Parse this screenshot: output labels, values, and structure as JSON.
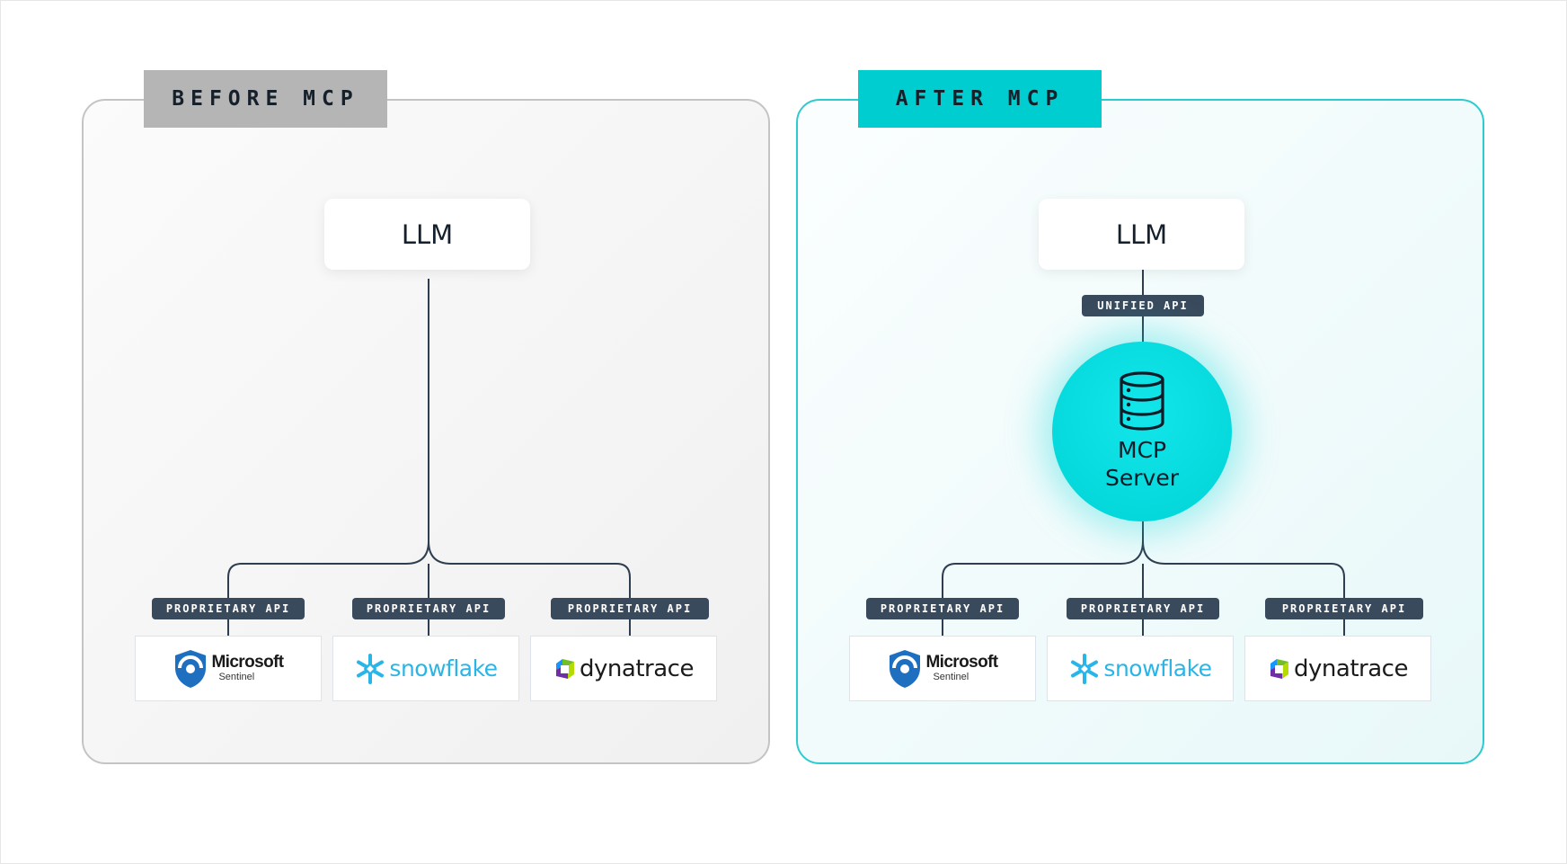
{
  "diagram": {
    "before": {
      "tab_label": "BEFORE MCP",
      "llm_label": "LLM",
      "api_label": "PROPRIETARY API",
      "vendors": [
        {
          "name": "Microsoft",
          "subtitle": "Sentinel",
          "icon": "microsoft-sentinel-shield-icon"
        },
        {
          "name": "snowflake",
          "icon": "snowflake-icon"
        },
        {
          "name": "dynatrace",
          "icon": "dynatrace-icon"
        }
      ]
    },
    "after": {
      "tab_label": "AFTER MCP",
      "llm_label": "LLM",
      "unified_api_label": "UNIFIED API",
      "server_label_line1": "MCP",
      "server_label_line2": "Server",
      "server_icon": "database-icon",
      "api_label": "PROPRIETARY API",
      "vendors": [
        {
          "name": "Microsoft",
          "subtitle": "Sentinel",
          "icon": "microsoft-sentinel-shield-icon"
        },
        {
          "name": "snowflake",
          "icon": "snowflake-icon"
        },
        {
          "name": "dynatrace",
          "icon": "dynatrace-icon"
        }
      ]
    }
  },
  "colors": {
    "accent_teal": "#00cdcf",
    "before_tab_gray": "#b5b5b5",
    "pill_navy": "#3a4a5d",
    "line_navy": "#2e3e50",
    "snowflake_blue": "#29b5e8",
    "sentinel_blue": "#1f6fc1",
    "dynatrace_green": "#73be28"
  }
}
